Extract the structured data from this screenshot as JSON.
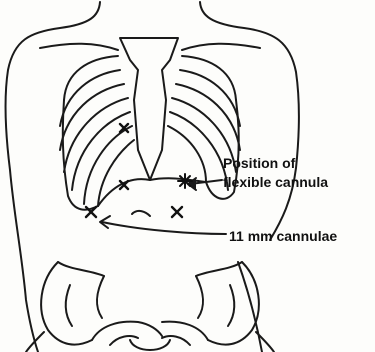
{
  "figure": {
    "labels": {
      "flexible_cannula_line1": "Position of",
      "flexible_cannula_line2": "flexible cannula",
      "cannulae_11mm": "11 mm cannulae"
    }
  }
}
